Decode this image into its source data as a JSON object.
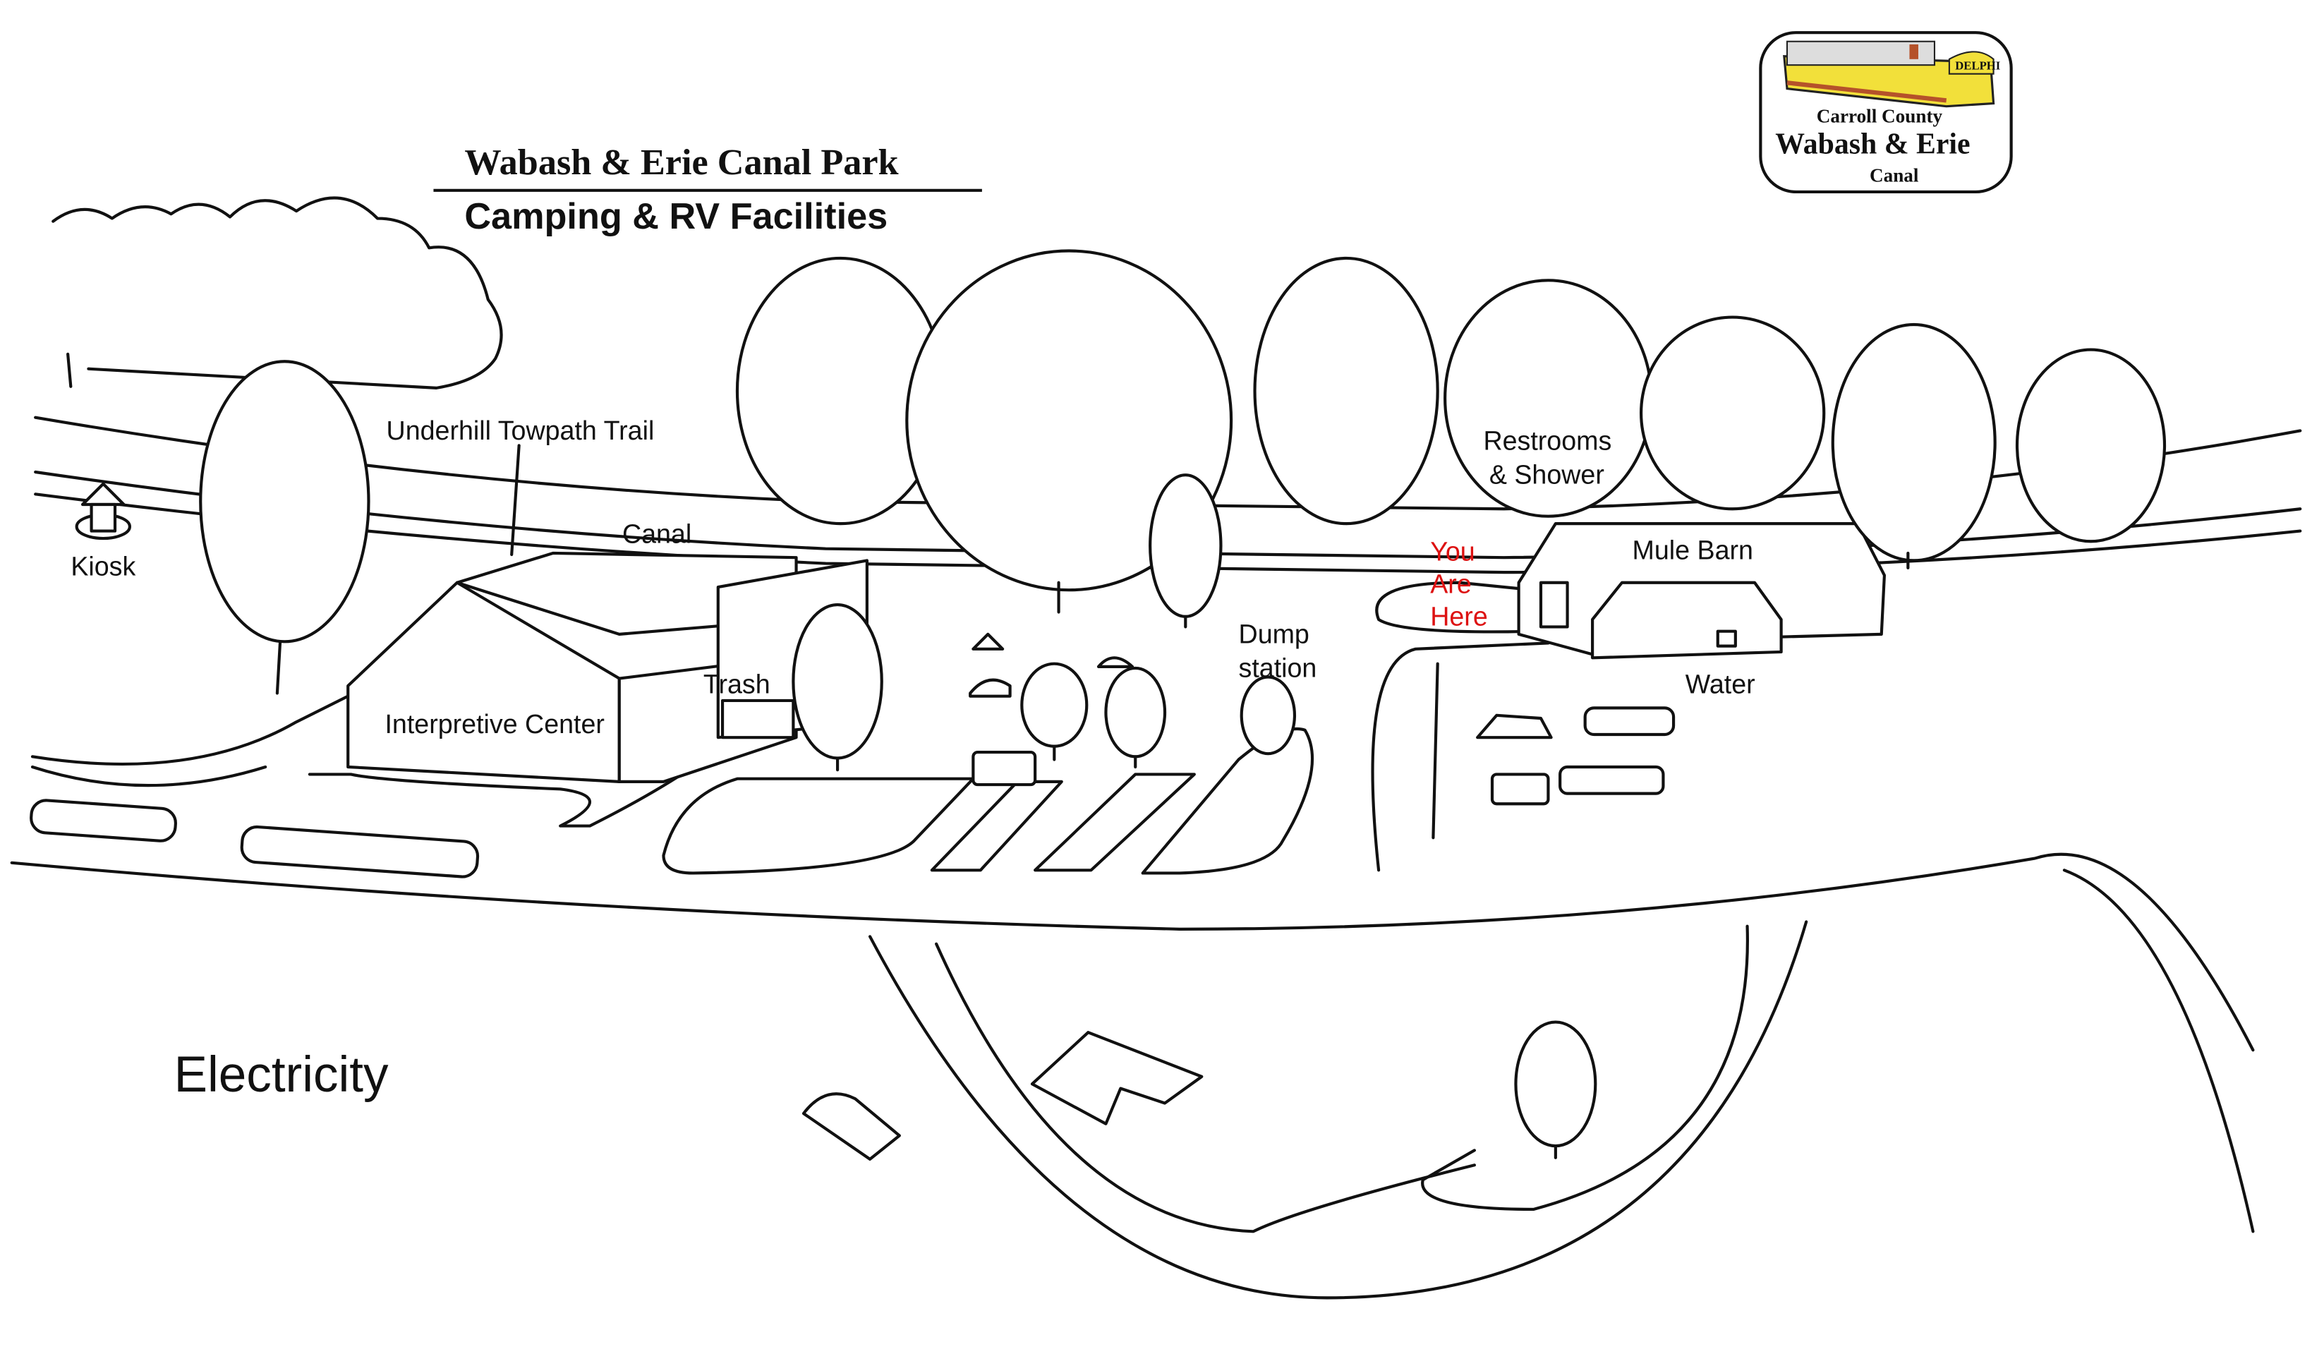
{
  "header": {
    "title": "Wabash & Erie Canal Park",
    "subtitle": "Camping & RV Facilities"
  },
  "logo": {
    "boat_name": "DELPHI",
    "line1": "Carroll County",
    "line2": "Wabash & Erie",
    "line3": "Canal"
  },
  "labels": {
    "towpath": "Underhill Towpath Trail",
    "kiosk": "Kiosk",
    "canal": "Canal",
    "interpretive_center": "Interpretive Center",
    "trash": "Trash",
    "dump_station_1": "Dump",
    "dump_station_2": "station",
    "restrooms_1": "Restrooms",
    "restrooms_2": "& Shower",
    "mule_barn": "Mule Barn",
    "water": "Water",
    "you_are_here_1": "You",
    "you_are_here_2": "Are",
    "you_are_here_3": "Here",
    "electricity": "Electricity"
  },
  "colors": {
    "you_are_here": "#dd1111",
    "boat_yellow": "#f2e03a",
    "boat_trim": "#b5522a"
  }
}
